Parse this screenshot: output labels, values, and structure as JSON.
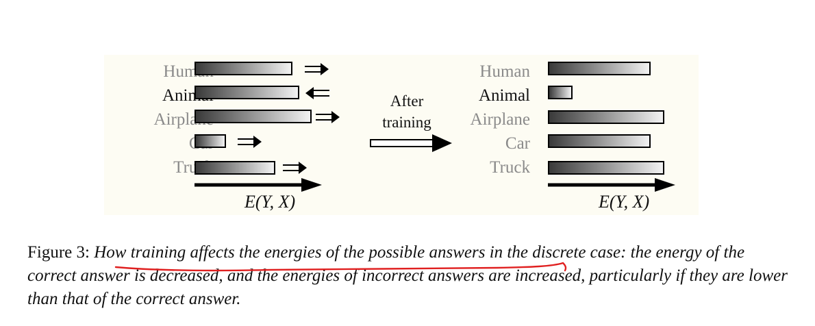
{
  "figure": {
    "before": {
      "labels": [
        "Human",
        "Animal",
        "Airplane",
        "Car",
        "Truck"
      ],
      "axis_label": "E(Y, X)"
    },
    "middle": {
      "line1": "After",
      "line2": "training"
    },
    "after": {
      "labels": [
        "Human",
        "Animal",
        "Airplane",
        "Car",
        "Truck"
      ],
      "axis_label": "E(Y, X)"
    },
    "correct_answer": "Animal",
    "colors": {
      "incorrect_label": "#8a8a8a",
      "correct_label": "#111111",
      "annotation": "#e02020"
    }
  },
  "caption": {
    "label": "Figure 3:",
    "text": "How training affects the energies of the possible answers in the discrete case: the energy of the correct answer is decreased, and the energies of incorrect answers are increased, particularly if they are lower than that of the correct answer."
  }
}
